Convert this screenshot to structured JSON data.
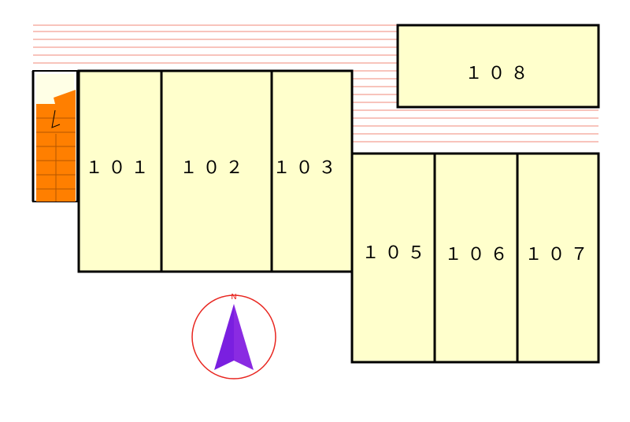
{
  "colors": {
    "room_fill": "#ffffcc",
    "wall": "#000000",
    "corridor_line": "#f08a7a",
    "stair_fill": "#ff7f00",
    "compass_ring": "#e8251f",
    "compass_arrow": "#8a2be2"
  },
  "rooms": [
    {
      "id": "101",
      "label": "１０１"
    },
    {
      "id": "102",
      "label": "１０２"
    },
    {
      "id": "103",
      "label": "１０３"
    },
    {
      "id": "105",
      "label": "１０５"
    },
    {
      "id": "106",
      "label": "１０６"
    },
    {
      "id": "107",
      "label": "１０７"
    },
    {
      "id": "108",
      "label": "１０８"
    }
  ],
  "compass": {
    "north_label": "N",
    "icon": "compass-north-arrow-icon"
  },
  "stair": {
    "icon": "staircase-icon"
  }
}
